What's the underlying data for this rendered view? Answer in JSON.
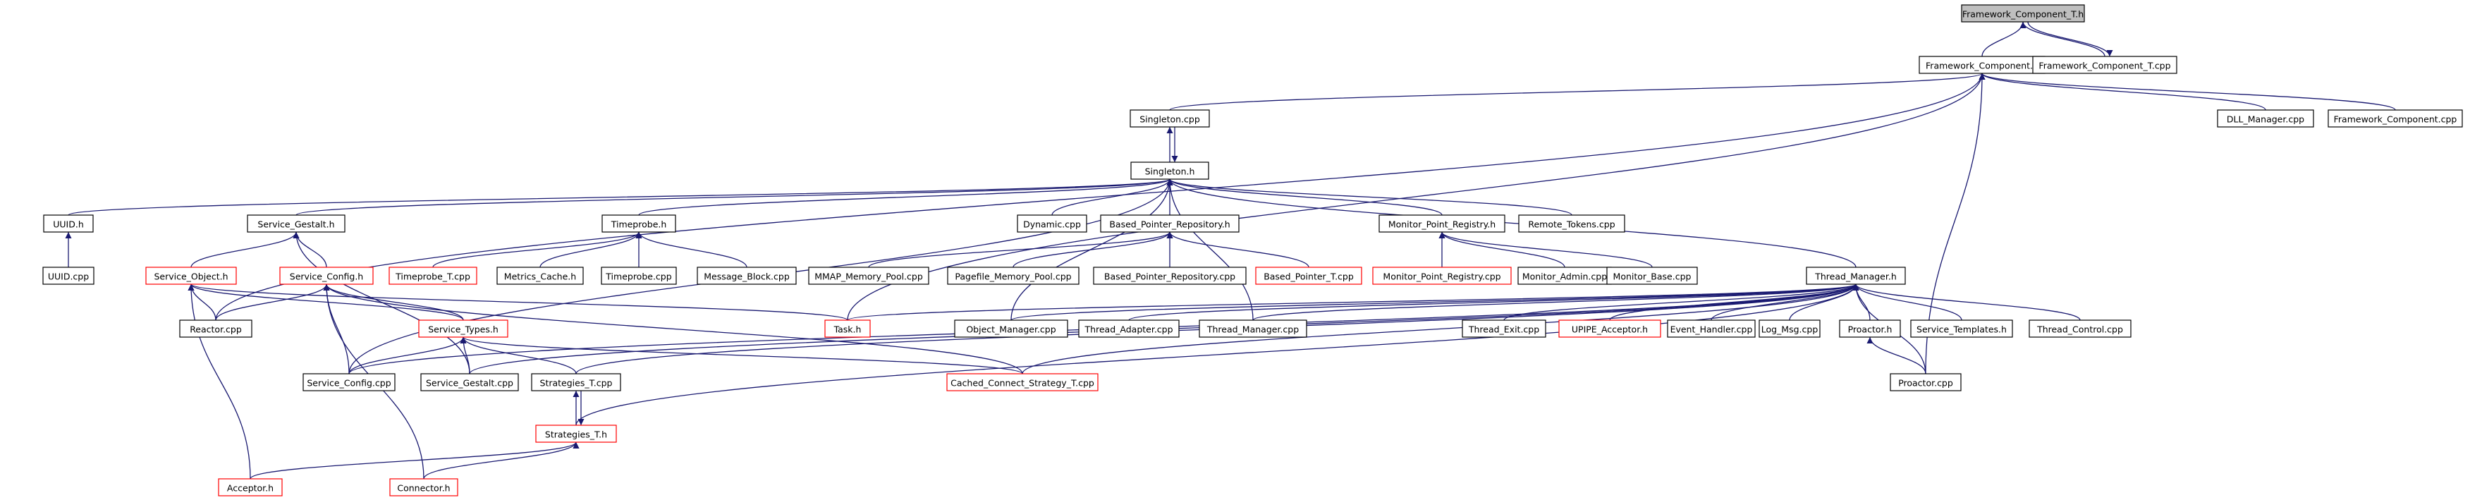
{
  "diagram": {
    "nodes": [
      {
        "id": "fct_h",
        "label": "Framework_Component_T.h",
        "kind": "root"
      },
      {
        "id": "fc_h",
        "label": "Framework_Component.h",
        "kind": "normal"
      },
      {
        "id": "fct_cpp",
        "label": "Framework_Component_T.cpp",
        "kind": "normal"
      },
      {
        "id": "singleton_cpp",
        "label": "Singleton.cpp",
        "kind": "normal"
      },
      {
        "id": "dll_cpp",
        "label": "DLL_Manager.cpp",
        "kind": "normal"
      },
      {
        "id": "fc_cpp",
        "label": "Framework_Component.cpp",
        "kind": "normal"
      },
      {
        "id": "singleton_h",
        "label": "Singleton.h",
        "kind": "normal"
      },
      {
        "id": "uuid_h",
        "label": "UUID.h",
        "kind": "normal"
      },
      {
        "id": "sg_h",
        "label": "Service_Gestalt.h",
        "kind": "normal"
      },
      {
        "id": "timeprobe_h",
        "label": "Timeprobe.h",
        "kind": "normal"
      },
      {
        "id": "dynamic_cpp",
        "label": "Dynamic.cpp",
        "kind": "normal"
      },
      {
        "id": "bpr_h",
        "label": "Based_Pointer_Repository.h",
        "kind": "normal"
      },
      {
        "id": "mpr_h",
        "label": "Monitor_Point_Registry.h",
        "kind": "normal"
      },
      {
        "id": "rt_cpp",
        "label": "Remote_Tokens.cpp",
        "kind": "normal"
      },
      {
        "id": "uuid_cpp",
        "label": "UUID.cpp",
        "kind": "normal"
      },
      {
        "id": "so_h",
        "label": "Service_Object.h",
        "kind": "incomplete"
      },
      {
        "id": "sc_h",
        "label": "Service_Config.h",
        "kind": "incomplete"
      },
      {
        "id": "tpt_cpp",
        "label": "Timeprobe_T.cpp",
        "kind": "incomplete"
      },
      {
        "id": "mc_h",
        "label": "Metrics_Cache.h",
        "kind": "normal"
      },
      {
        "id": "tp_cpp",
        "label": "Timeprobe.cpp",
        "kind": "normal"
      },
      {
        "id": "mb_cpp",
        "label": "Message_Block.cpp",
        "kind": "normal"
      },
      {
        "id": "mmap_cpp",
        "label": "MMAP_Memory_Pool.cpp",
        "kind": "normal"
      },
      {
        "id": "pf_cpp",
        "label": "Pagefile_Memory_Pool.cpp",
        "kind": "normal"
      },
      {
        "id": "bpr_cpp",
        "label": "Based_Pointer_Repository.cpp",
        "kind": "normal"
      },
      {
        "id": "bpt_cpp",
        "label": "Based_Pointer_T.cpp",
        "kind": "incomplete"
      },
      {
        "id": "mpr_cpp",
        "label": "Monitor_Point_Registry.cpp",
        "kind": "incomplete"
      },
      {
        "id": "ma_cpp",
        "label": "Monitor_Admin.cpp",
        "kind": "normal"
      },
      {
        "id": "mbase_cpp",
        "label": "Monitor_Base.cpp",
        "kind": "normal"
      },
      {
        "id": "tm_h",
        "label": "Thread_Manager.h",
        "kind": "normal"
      },
      {
        "id": "reactor_cpp",
        "label": "Reactor.cpp",
        "kind": "normal"
      },
      {
        "id": "st_h",
        "label": "Service_Types.h",
        "kind": "incomplete"
      },
      {
        "id": "task_h",
        "label": "Task.h",
        "kind": "incomplete"
      },
      {
        "id": "om_cpp",
        "label": "Object_Manager.cpp",
        "kind": "normal"
      },
      {
        "id": "ta_cpp",
        "label": "Thread_Adapter.cpp",
        "kind": "normal"
      },
      {
        "id": "tm_cpp",
        "label": "Thread_Manager.cpp",
        "kind": "normal"
      },
      {
        "id": "te_cpp",
        "label": "Thread_Exit.cpp",
        "kind": "normal"
      },
      {
        "id": "upipe_h",
        "label": "UPIPE_Acceptor.h",
        "kind": "incomplete"
      },
      {
        "id": "eh_cpp",
        "label": "Event_Handler.cpp",
        "kind": "normal"
      },
      {
        "id": "logmsg_cpp",
        "label": "Log_Msg.cpp",
        "kind": "normal"
      },
      {
        "id": "proactor_h",
        "label": "Proactor.h",
        "kind": "normal"
      },
      {
        "id": "stemp_h",
        "label": "Service_Templates.h",
        "kind": "normal"
      },
      {
        "id": "tc_cpp",
        "label": "Thread_Control.cpp",
        "kind": "normal"
      },
      {
        "id": "sc_cpp",
        "label": "Service_Config.cpp",
        "kind": "normal"
      },
      {
        "id": "sg_cpp",
        "label": "Service_Gestalt.cpp",
        "kind": "normal"
      },
      {
        "id": "strat_cpp",
        "label": "Strategies_T.cpp",
        "kind": "normal"
      },
      {
        "id": "ccs_cpp",
        "label": "Cached_Connect_Strategy_T.cpp",
        "kind": "incomplete"
      },
      {
        "id": "proactor_cpp",
        "label": "Proactor.cpp",
        "kind": "normal"
      },
      {
        "id": "strat_h",
        "label": "Strategies_T.h",
        "kind": "incomplete"
      },
      {
        "id": "acceptor_h",
        "label": "Acceptor.h",
        "kind": "incomplete"
      },
      {
        "id": "connector_h",
        "label": "Connector.h",
        "kind": "incomplete"
      }
    ],
    "edges": [
      [
        "fc_h",
        "fct_h"
      ],
      [
        "fct_cpp",
        "fct_h"
      ],
      [
        "fct_h",
        "fct_cpp"
      ],
      [
        "singleton_cpp",
        "fc_h"
      ],
      [
        "fct_cpp",
        "fc_h"
      ],
      [
        "dll_cpp",
        "fc_h"
      ],
      [
        "fc_cpp",
        "fc_h"
      ],
      [
        "reactor_cpp",
        "fc_h"
      ],
      [
        "task_h",
        "fc_h"
      ],
      [
        "proactor_cpp",
        "fc_h"
      ],
      [
        "singleton_h",
        "singleton_cpp"
      ],
      [
        "singleton_cpp",
        "singleton_h"
      ],
      [
        "uuid_h",
        "singleton_h"
      ],
      [
        "sg_h",
        "singleton_h"
      ],
      [
        "timeprobe_h",
        "singleton_h"
      ],
      [
        "dynamic_cpp",
        "singleton_h"
      ],
      [
        "bpr_h",
        "singleton_h"
      ],
      [
        "mpr_h",
        "singleton_h"
      ],
      [
        "rt_cpp",
        "singleton_h"
      ],
      [
        "tm_h",
        "singleton_h"
      ],
      [
        "sc_cpp",
        "singleton_h"
      ],
      [
        "om_cpp",
        "singleton_h"
      ],
      [
        "tm_cpp",
        "singleton_h"
      ],
      [
        "uuid_cpp",
        "uuid_h"
      ],
      [
        "so_h",
        "sg_h"
      ],
      [
        "sc_h",
        "sg_h"
      ],
      [
        "sg_cpp",
        "sg_h"
      ],
      [
        "tpt_cpp",
        "timeprobe_h"
      ],
      [
        "mc_h",
        "timeprobe_h"
      ],
      [
        "tp_cpp",
        "timeprobe_h"
      ],
      [
        "mb_cpp",
        "timeprobe_h"
      ],
      [
        "mmap_cpp",
        "bpr_h"
      ],
      [
        "pf_cpp",
        "bpr_h"
      ],
      [
        "bpr_cpp",
        "bpr_h"
      ],
      [
        "bpt_cpp",
        "bpr_h"
      ],
      [
        "mpr_cpp",
        "mpr_h"
      ],
      [
        "ma_cpp",
        "mpr_h"
      ],
      [
        "mbase_cpp",
        "mpr_h"
      ],
      [
        "reactor_cpp",
        "so_h"
      ],
      [
        "st_h",
        "so_h"
      ],
      [
        "acceptor_h",
        "so_h"
      ],
      [
        "task_h",
        "so_h"
      ],
      [
        "reactor_cpp",
        "sc_h"
      ],
      [
        "st_h",
        "sc_h"
      ],
      [
        "sc_cpp",
        "sc_h"
      ],
      [
        "connector_h",
        "sc_h"
      ],
      [
        "ccs_cpp",
        "sc_h"
      ],
      [
        "sc_cpp",
        "st_h"
      ],
      [
        "sg_cpp",
        "st_h"
      ],
      [
        "strat_cpp",
        "st_h"
      ],
      [
        "ccs_cpp",
        "st_h"
      ],
      [
        "strat_h",
        "strat_cpp"
      ],
      [
        "strat_cpp",
        "strat_h"
      ],
      [
        "acceptor_h",
        "strat_h"
      ],
      [
        "connector_h",
        "strat_h"
      ],
      [
        "proactor_cpp",
        "proactor_h"
      ],
      [
        "task_h",
        "tm_h"
      ],
      [
        "om_cpp",
        "tm_h"
      ],
      [
        "ta_cpp",
        "tm_h"
      ],
      [
        "tm_cpp",
        "tm_h"
      ],
      [
        "te_cpp",
        "tm_h"
      ],
      [
        "upipe_h",
        "tm_h"
      ],
      [
        "eh_cpp",
        "tm_h"
      ],
      [
        "logmsg_cpp",
        "tm_h"
      ],
      [
        "proactor_h",
        "tm_h"
      ],
      [
        "stemp_h",
        "tm_h"
      ],
      [
        "tc_cpp",
        "tm_h"
      ],
      [
        "strat_cpp",
        "tm_h"
      ],
      [
        "ccs_cpp",
        "tm_h"
      ],
      [
        "proactor_cpp",
        "tm_h"
      ],
      [
        "strat_h",
        "tm_h"
      ],
      [
        "sg_cpp",
        "tm_h"
      ],
      [
        "sc_cpp",
        "tm_h"
      ]
    ]
  },
  "colors": {
    "node_border": "#000000",
    "incomplete_border": "#ff0000",
    "root_fill": "#bfbfbf",
    "edge": "#191970"
  }
}
